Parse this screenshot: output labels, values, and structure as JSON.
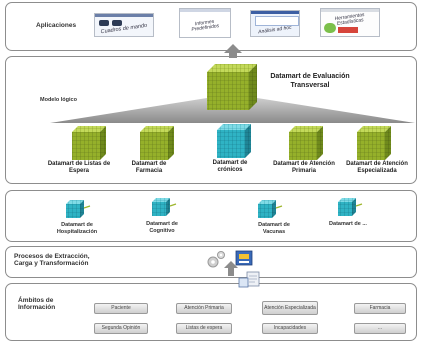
{
  "applications": {
    "title": "Aplicaciones",
    "thumbnails": [
      "Cuadros de mando",
      "Informes Predefinidos",
      "Análisis ad hoc",
      "Herramientas Estadísticas"
    ]
  },
  "model": {
    "title": "Modelo lógico",
    "transversal_datamart": "Datamart de Evaluación Transversal",
    "datamarts": [
      "Datamart de Listas de Espera",
      "Datamart de Farmacia",
      "Datamart de crónicos",
      "Datamart de Atención Primaria",
      "Datamart de Atención Especializada"
    ],
    "colors": {
      "green_cube": "#9db62b",
      "teal_cube": "#3bb6c4"
    }
  },
  "sources": {
    "datamarts": [
      "Datamart de Hospitalización",
      "Datamart de Cognitivo",
      "Datamart de Vacunas",
      "Datamart de ..."
    ]
  },
  "etl": {
    "title": "Procesos de Extracción, Carga y Transformación"
  },
  "information": {
    "title": "Ámbitos de Información",
    "items": [
      "Paciente",
      "Atención Primaria",
      "Atención Especializada",
      "Farmacia",
      "Segunda Opinión",
      "Listas de espera",
      "Incapacidades",
      "..."
    ]
  }
}
